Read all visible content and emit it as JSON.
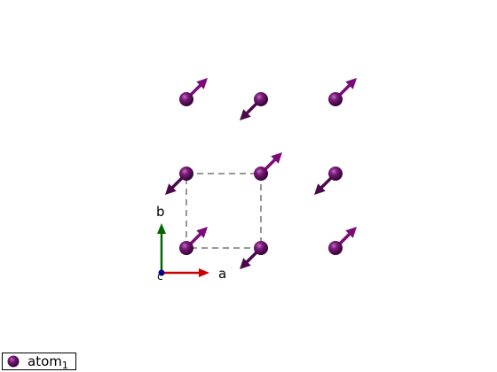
{
  "atoms": [
    {
      "id": "a1",
      "spin": "up"
    },
    {
      "id": "a2",
      "spin": "down"
    },
    {
      "id": "a3",
      "spin": "up"
    },
    {
      "id": "a4",
      "spin": "down"
    },
    {
      "id": "a5",
      "spin": "up"
    },
    {
      "id": "a6",
      "spin": "down"
    },
    {
      "id": "a7",
      "spin": "up"
    },
    {
      "id": "a8",
      "spin": "down"
    },
    {
      "id": "a9",
      "spin": "up"
    }
  ],
  "axes": {
    "a": {
      "label": "a",
      "color": "#cc0000"
    },
    "b": {
      "label": "b",
      "color": "#006600"
    },
    "c": {
      "label": "c",
      "color": "#000099"
    }
  },
  "colors": {
    "atom": "#6a0a6a",
    "atom_highlight": "#c070c0",
    "spin_up": "#7a0a7a",
    "spin_down": "#4a0a4a",
    "cell_outline": "#777777"
  },
  "legend": {
    "label": "atom",
    "subscript": "1",
    "icon": "sphere-icon"
  }
}
